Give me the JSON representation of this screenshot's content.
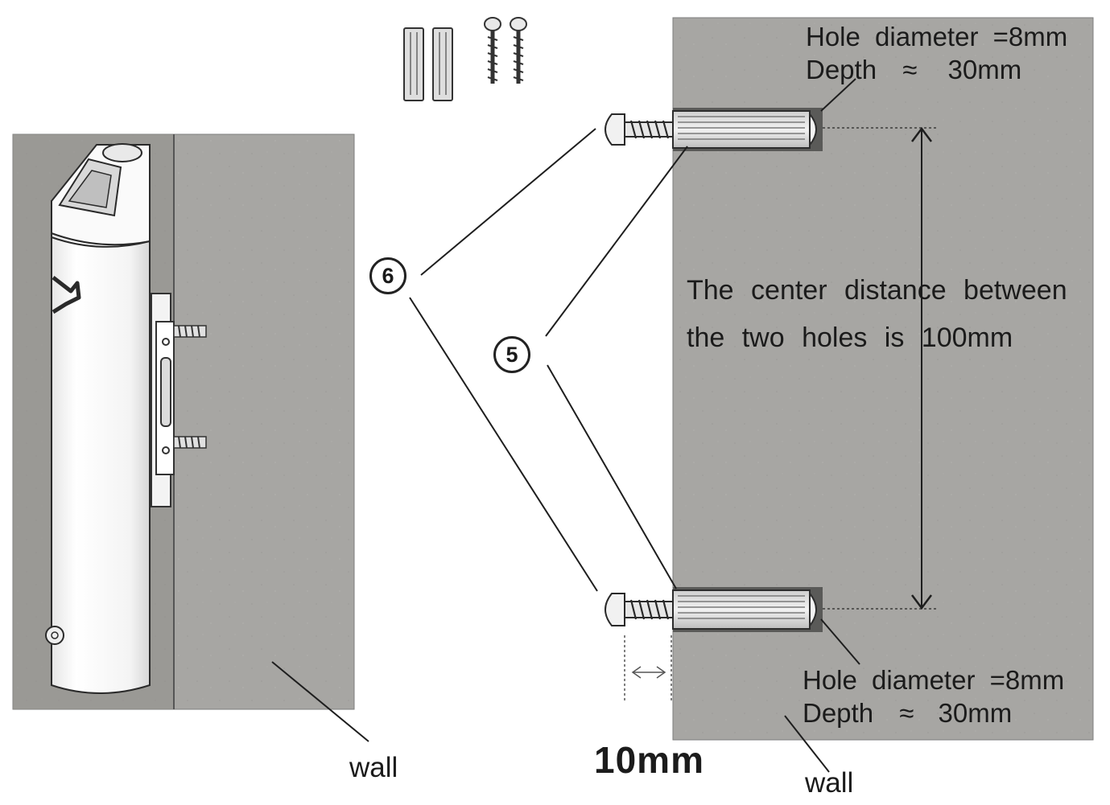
{
  "labels": {
    "hole_top_diameter": "Hole diameter =8mm",
    "hole_top_depth_prefix": "Depth",
    "hole_top_depth_symbol": "≈",
    "hole_top_depth_value": "30mm",
    "hole_bottom_diameter": "Hole diameter =8mm",
    "hole_bottom_depth_prefix": "Depth",
    "hole_bottom_depth_symbol": "≈",
    "hole_bottom_depth_value": "30mm",
    "center_line1": "The center distance between",
    "center_line2": "the two holes is 100mm",
    "wall_left": "wall",
    "wall_right": "wall",
    "gap_dimension": "10mm",
    "ref_screw": "6",
    "ref_anchor": "5"
  },
  "colors": {
    "wall": "#a6a5a2",
    "wall_dark": "#8c8b88",
    "line": "#1e1e1e",
    "device": "#f7f7f7"
  },
  "icons": {
    "anchor": "wall-anchor-icon",
    "screw": "screw-icon"
  }
}
